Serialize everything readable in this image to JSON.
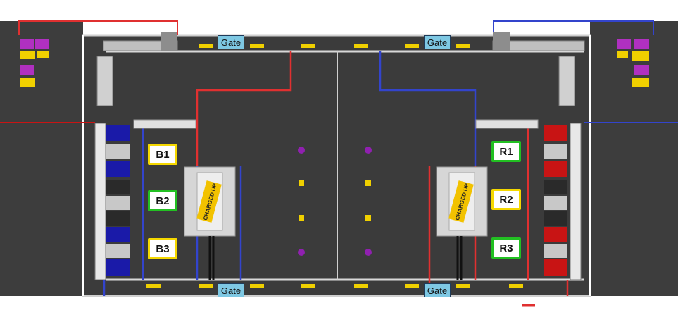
{
  "gates": [
    {
      "id": "gate-top-left",
      "label": "Gate"
    },
    {
      "id": "gate-top-right",
      "label": "Gate"
    },
    {
      "id": "gate-bottom-left",
      "label": "Gate"
    },
    {
      "id": "gate-bottom-right",
      "label": "Gate"
    }
  ],
  "blue_stations": [
    {
      "label": "B1",
      "highlight": "yellow"
    },
    {
      "label": "B2",
      "highlight": "green"
    },
    {
      "label": "B3",
      "highlight": "yellow"
    }
  ],
  "red_stations": [
    {
      "label": "R1",
      "highlight": "green"
    },
    {
      "label": "R2",
      "highlight": "yellow"
    },
    {
      "label": "R3",
      "highlight": "green"
    }
  ],
  "charge_station_text": "CHARGED UP",
  "colors": {
    "carpet": "#3a3a3a",
    "blue_alliance": "#1a1aa8",
    "red_alliance": "#c81414",
    "blue_line": "#3344cc",
    "red_line": "#e03030",
    "gate_fill": "#7ec8e3",
    "highlight_yellow": "#f5d800",
    "highlight_green": "#22c022",
    "cone": "#f0d000",
    "cube": "#9020b0"
  }
}
